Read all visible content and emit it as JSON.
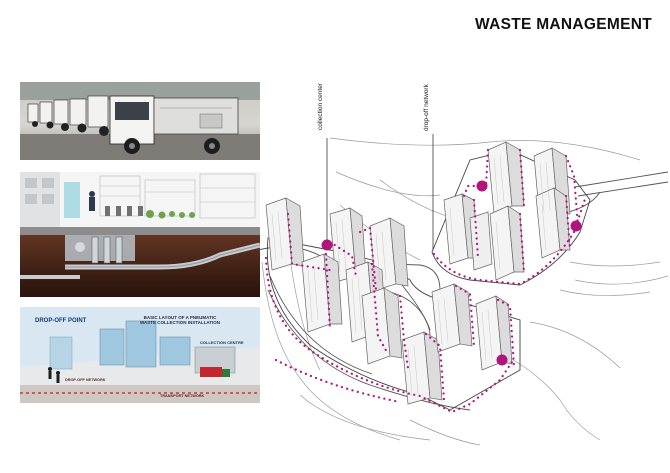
{
  "title": "WASTE MANAGEMENT",
  "callouts": {
    "collection_center": "collection center",
    "dropoff_network": "drop-off network"
  },
  "pneumatic_panel": {
    "drop_off_point": "DROP-OFF POINT",
    "basic_layout_line1": "BASIC LAYOUT OF A PNEUMATIC",
    "basic_layout_line2": "WASTE COLLECTION INSTALLATION",
    "collection_centre": "COLLECTION CENTRE",
    "dropoff_network": "DROP-OFF NETWORK",
    "transport_network": "TRANSPORT NETWORK"
  },
  "colors": {
    "accent": "#b0157e",
    "line": "#555555"
  }
}
